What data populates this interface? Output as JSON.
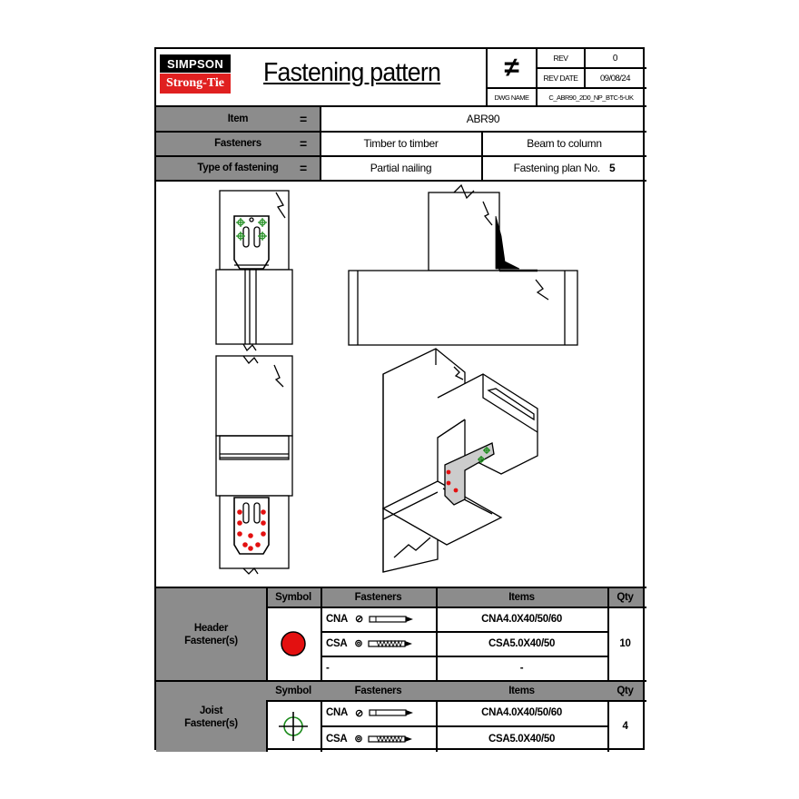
{
  "header": {
    "logo_top": "SIMPSON",
    "logo_bottom": "Strong-Tie",
    "title": "Fastening pattern",
    "rev_label": "REV",
    "rev_value": "0",
    "rev_date_label": "REV DATE",
    "rev_date_value": "09/08/24",
    "dwg_name_label": "DWG NAME",
    "dwg_name_value": "C_ABR90_2D0_NP_BTC-5-UK",
    "not_equal_symbol": "≠"
  },
  "info": {
    "item_label": "Item",
    "item_value": "ABR90",
    "fasteners_label": "Fasteners",
    "fasteners_value_1": "Timber to timber",
    "fasteners_value_2": "Beam to column",
    "type_label": "Type of fastening",
    "type_value": "Partial nailing",
    "plan_label": "Fastening plan No.",
    "plan_value": "5",
    "equals": "="
  },
  "colors": {
    "header_fastener_dot": "#e31010",
    "joist_fastener_symbol": "#1a8a1a",
    "grey_cell": "#8c8c8c",
    "logo_red": "#e02020"
  },
  "tables": {
    "header_fasteners": {
      "group_label": "Header Fastener(s)",
      "col_symbol": "Symbol",
      "col_fasteners": "Fasteners",
      "col_items": "Items",
      "col_qty": "Qty",
      "rows": [
        {
          "code": "CNA",
          "item": "CNA4.0X40/50/60"
        },
        {
          "code": "CSA",
          "item": "CSA5.0X40/50"
        },
        {
          "code": "-",
          "item": "-"
        }
      ],
      "qty": "10"
    },
    "joist_fasteners": {
      "group_label": "Joist Fastener(s)",
      "col_symbol": "Symbol",
      "col_fasteners": "Fasteners",
      "col_items": "Items",
      "col_qty": "Qty",
      "rows": [
        {
          "code": "CNA",
          "item": "CNA4.0X40/50/60"
        },
        {
          "code": "CSA",
          "item": "CSA5.0X40/50"
        }
      ],
      "qty": "4"
    }
  }
}
